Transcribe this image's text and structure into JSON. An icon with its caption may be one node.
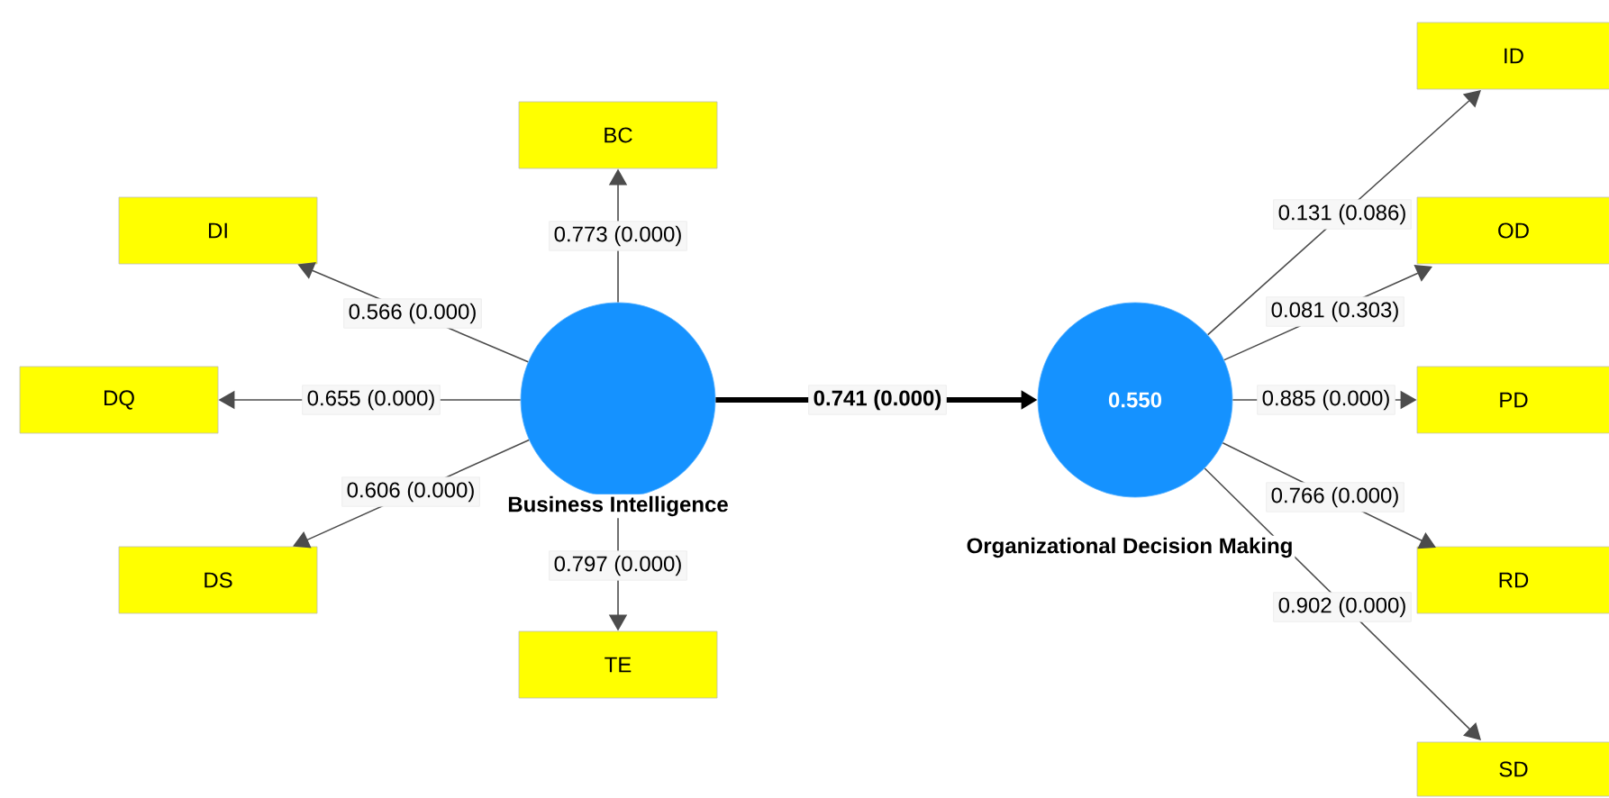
{
  "diagram": {
    "nodes": [
      {
        "text": [
          "Business Intelligence"
        ]
      },
      {
        "text": [
          "BC"
        ]
      },
      {
        "text": [
          "DI"
        ]
      },
      {
        "text": [
          "DQ"
        ]
      },
      {
        "text": [
          "DS"
        ]
      },
      {
        "text": [
          "TE"
        ]
      },
      {
        "text": [
          "0.550",
          "Organizational Decision Making"
        ]
      },
      {
        "text": [
          "ID"
        ]
      },
      {
        "text": [
          "OD"
        ]
      },
      {
        "text": [
          "PD"
        ]
      },
      {
        "text": [
          "RD"
        ]
      },
      {
        "text": [
          "SD"
        ]
      }
    ],
    "edges": [
      {
        "from": 0,
        "to": 1,
        "arrow": "to",
        "label": "0.773 (0.000)"
      },
      {
        "from": 0,
        "to": 2,
        "arrow": "to",
        "label": "0.566 (0.000)"
      },
      {
        "from": 0,
        "to": 3,
        "arrow": "to",
        "label": "0.655 (0.000)"
      },
      {
        "from": 0,
        "to": 4,
        "arrow": "to",
        "label": "0.606 (0.000)"
      },
      {
        "from": 0,
        "to": 5,
        "arrow": "to",
        "label": "0.797 (0.000)"
      },
      {
        "from": 0,
        "to": 6,
        "arrow": "to",
        "label": "0.741 (0.000)",
        "style": "thick"
      },
      {
        "from": 6,
        "to": 7,
        "arrow": "to",
        "label": "0.131 (0.086)"
      },
      {
        "from": 6,
        "to": 8,
        "arrow": "to",
        "label": "0.081 (0.303)"
      },
      {
        "from": 6,
        "to": 9,
        "arrow": "to",
        "label": "0.885 (0.000)"
      },
      {
        "from": 6,
        "to": 10,
        "arrow": "to",
        "label": "0.766 (0.000)"
      },
      {
        "from": 6,
        "to": 11,
        "arrow": "to",
        "label": "0.902 (0.000)"
      }
    ]
  }
}
